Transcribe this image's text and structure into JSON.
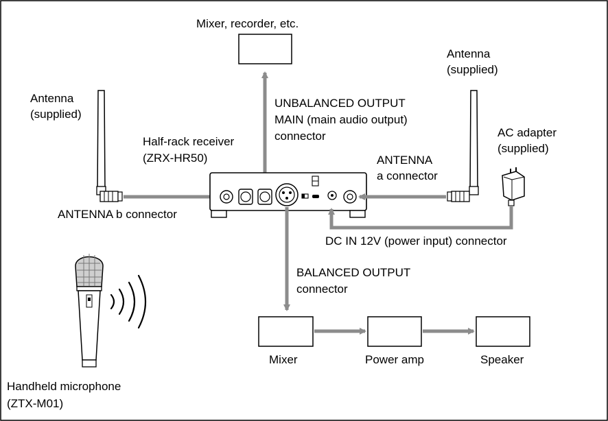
{
  "labels": {
    "mixer_recorder": "Mixer, recorder, etc.",
    "antenna_left": [
      "Antenna",
      "(supplied)"
    ],
    "antenna_right": [
      "Antenna",
      "(supplied)"
    ],
    "receiver": [
      "Half-rack receiver",
      "(ZRX-HR50)"
    ],
    "unbalanced_output": [
      "UNBALANCED OUTPUT",
      "MAIN (main audio output)",
      "connector"
    ],
    "ac_adapter": [
      "AC adapter",
      "(supplied)"
    ],
    "antenna_a": [
      "ANTENNA",
      "a connector"
    ],
    "antenna_b": "ANTENNA b connector",
    "dc_in": "DC IN 12V (power input) connector",
    "balanced_output": [
      "BALANCED OUTPUT",
      "connector"
    ],
    "mixer": "Mixer",
    "power_amp": "Power amp",
    "speaker": "Speaker",
    "microphone": [
      "Handheld microphone",
      "(ZTX-M01)"
    ]
  },
  "colors": {
    "arrow": "#8c8c8c",
    "outline": "#000000",
    "device_fill": "#ffffff",
    "jack_fill": "#d9d9d9"
  },
  "icons": [
    "antenna-icon",
    "receiver-icon",
    "ac-adapter-icon",
    "handheld-microphone-icon",
    "radio-waves-icon"
  ]
}
